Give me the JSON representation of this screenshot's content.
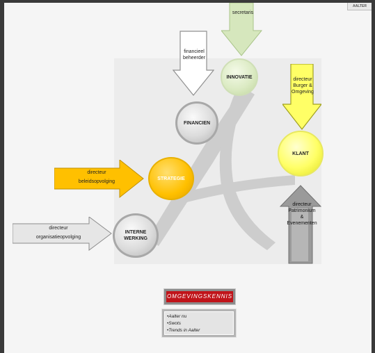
{
  "nodes": {
    "innovatie": "INNOVATIE",
    "financien": "FINANCIEN",
    "klant": "KLANT",
    "strategie": "STRATEGIE",
    "interne_l1": "INTERNE",
    "interne_l2": "WERKING"
  },
  "arrows": {
    "secretaris": "secretaris",
    "financieel_l1": "financieel",
    "financieel_l2": "beheerder",
    "burger_l1": "directeur",
    "burger_l2": "Burger &",
    "burger_l3": "Omgeving",
    "beleid_l1": "directeur",
    "beleid_l2": "beleidsopvolging",
    "organisatie_l1": "directeur",
    "organisatie_l2": "organisatieopvolging",
    "patrimonium_l1": "directeur",
    "patrimonium_l2": "Patrimonium",
    "patrimonium_l3": "&",
    "patrimonium_l4": "Evenementen"
  },
  "omgevingskennis": {
    "title": "OMGEVINGSKENNIS",
    "items": [
      "•Aalter nu",
      "•Swots",
      "•Trends in Aalter"
    ]
  },
  "logo": "AALTER",
  "colors": {
    "strategie": "#ffc000",
    "klant": "#ffff66",
    "innovatie": "#d6e7bd",
    "grey": "#c8c8c8",
    "title_red": "#c0141a"
  }
}
